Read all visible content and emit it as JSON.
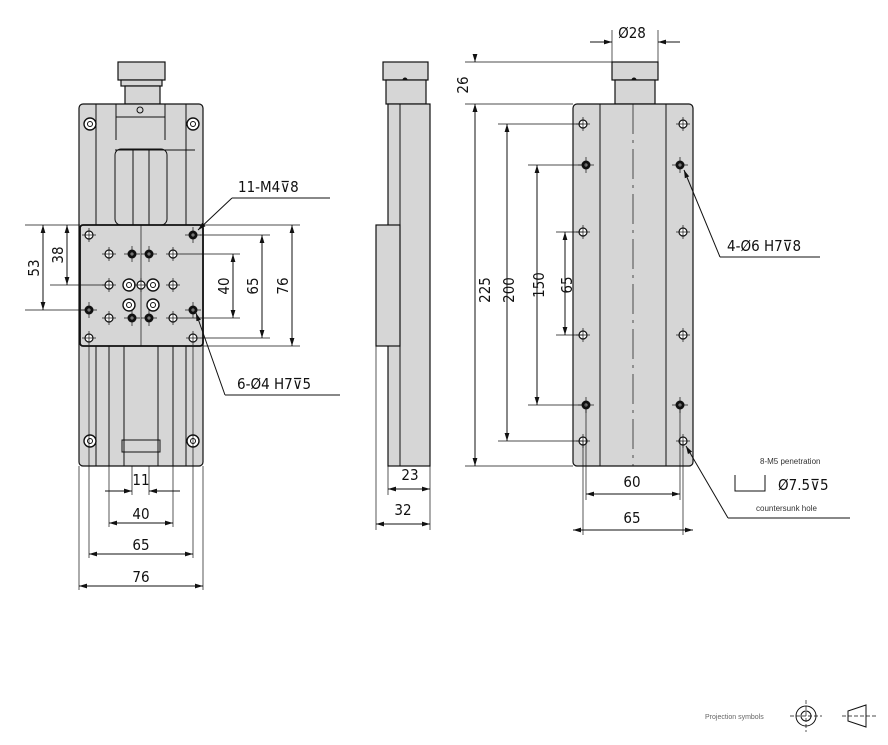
{
  "drawing": {
    "front_view": {
      "callouts": {
        "tapped_holes": "11-M4⊽8",
        "pin_holes": "6-Ø4 H7⊽5"
      },
      "dims_vertical": [
        "53",
        "38",
        "40",
        "65",
        "76"
      ],
      "dims_horizontal": [
        "11",
        "40",
        "65",
        "76"
      ]
    },
    "side_view": {
      "dims_horizontal": [
        "23",
        "32"
      ]
    },
    "top_view": {
      "dims_top": {
        "diameter": "Ø28",
        "height": "26"
      },
      "dims_vertical": [
        "225",
        "200",
        "150",
        "65"
      ],
      "dims_horizontal": [
        "60",
        "65"
      ],
      "callouts": {
        "pin_holes": "4-Ø6 H7⊽8"
      }
    },
    "note": {
      "line1": "8-M5 penetration",
      "spec": "Ø7.5⊽5",
      "line2": "countersunk hole"
    },
    "projection_label": "Projection symbols"
  },
  "colors": {
    "body_fill": "#d6d6d6",
    "line": "#111111"
  }
}
